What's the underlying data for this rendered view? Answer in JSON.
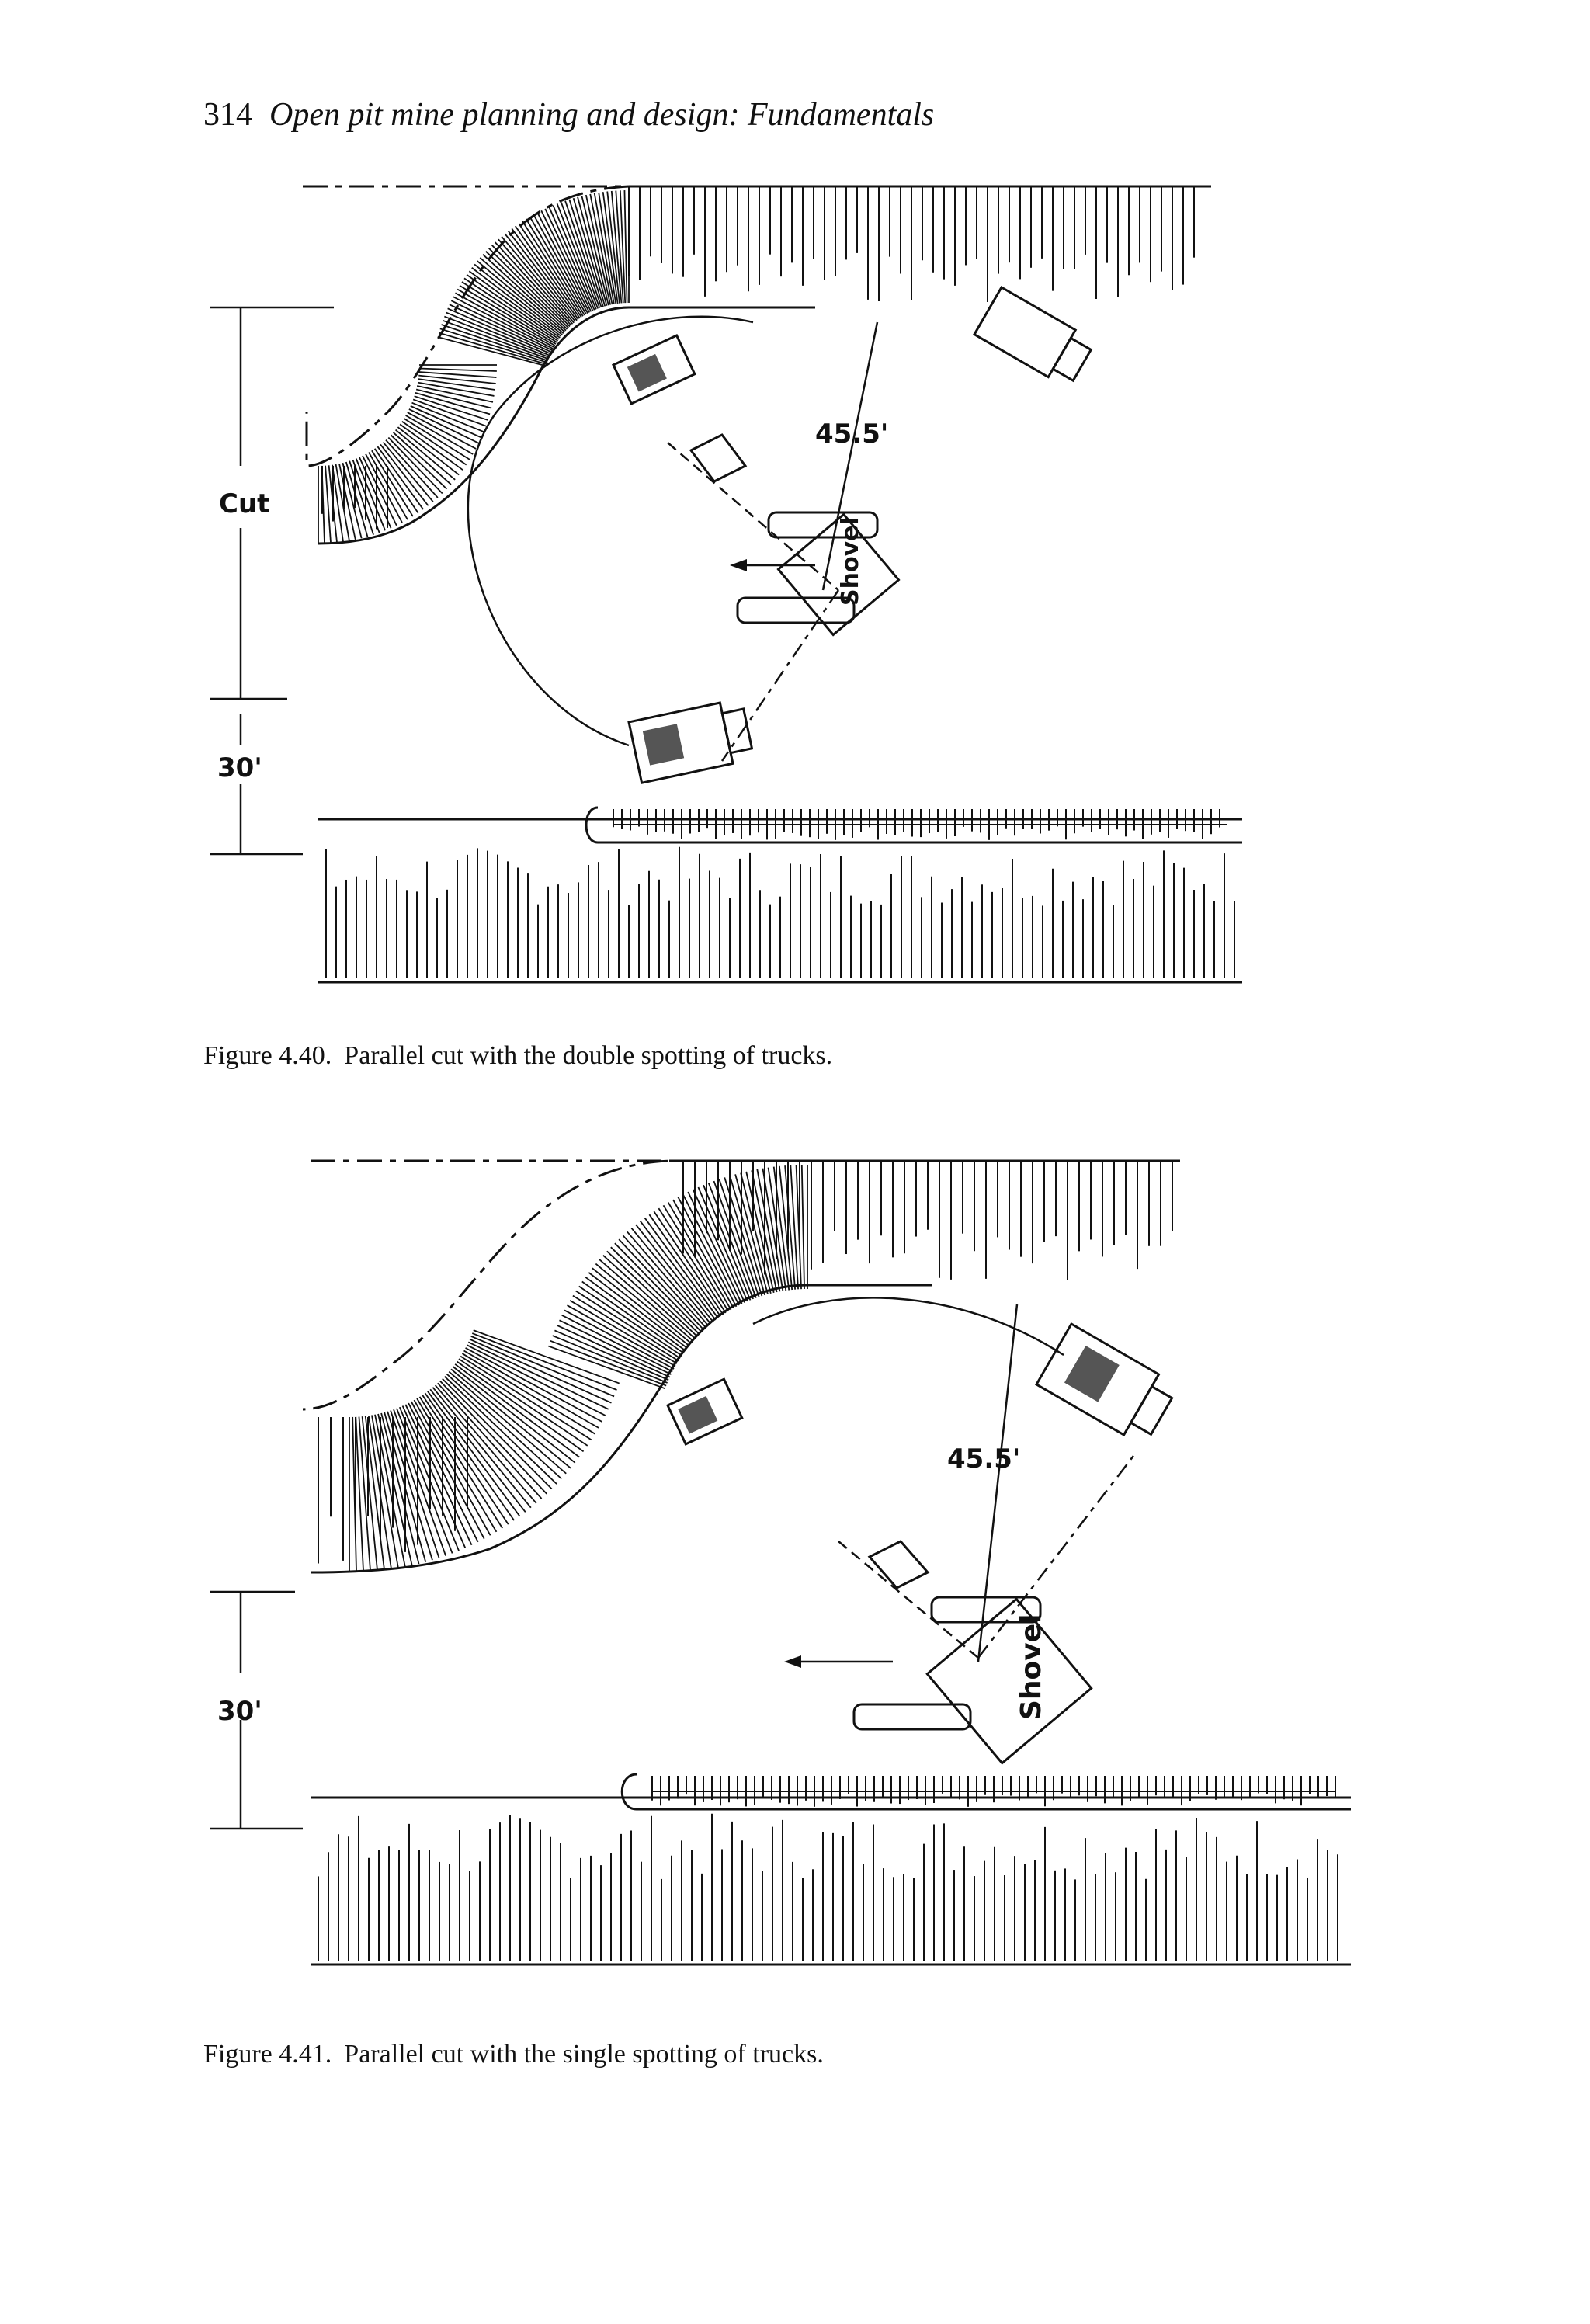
{
  "header": {
    "page_number": "314",
    "book_title": "Open pit mine planning and design",
    "book_subtitle": ": Fundamentals"
  },
  "figures": [
    {
      "number": "Figure 4.40.",
      "caption": "Parallel cut with the double spotting of trucks.",
      "labels": {
        "radius": "45.5'",
        "machine": "Shovel",
        "cut": "Cut",
        "width": "30'"
      }
    },
    {
      "number": "Figure 4.41.",
      "caption": "Parallel cut with the single spotting of trucks.",
      "labels": {
        "radius": "45.5'",
        "machine": "Shovel",
        "width": "30'"
      }
    }
  ]
}
